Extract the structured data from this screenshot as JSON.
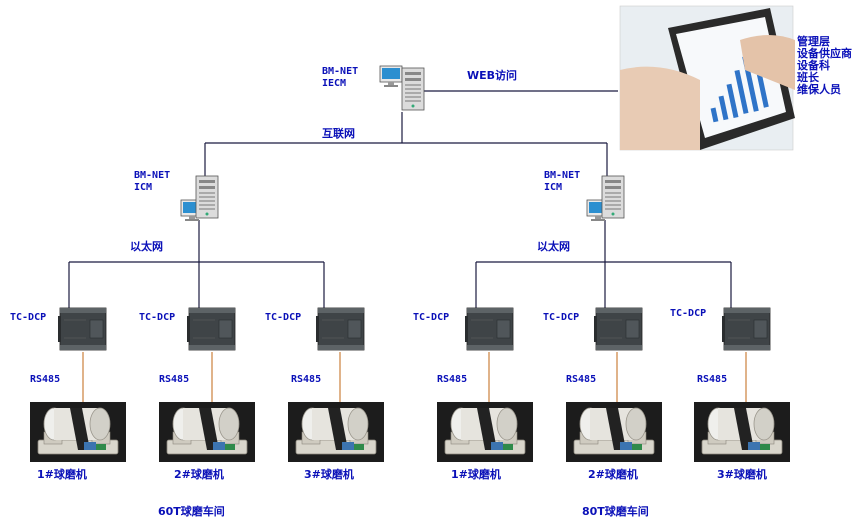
{
  "top_server": {
    "label_line1": "BM-NET",
    "label_line2": "IECM"
  },
  "web_access": "WEB访问",
  "internet": "互联网",
  "audience": [
    "管理层",
    "设备供应商",
    "设备科",
    "班长",
    "维保人员"
  ],
  "workshops": [
    {
      "server_line1": "BM-NET",
      "server_line2": "ICM",
      "ethernet": "以太网",
      "name": "60T球磨车间",
      "units": [
        {
          "dcp": "TC-DCP",
          "bus": "RS485",
          "mill": "1#球磨机"
        },
        {
          "dcp": "TC-DCP",
          "bus": "RS485",
          "mill": "2#球磨机"
        },
        {
          "dcp": "TC-DCP",
          "bus": "RS485",
          "mill": "3#球磨机"
        }
      ]
    },
    {
      "server_line1": "BM-NET",
      "server_line2": "ICM",
      "ethernet": "以太网",
      "name": "80T球磨车间",
      "units": [
        {
          "dcp": "TC-DCP",
          "bus": "RS485",
          "mill": "1#球磨机"
        },
        {
          "dcp": "TC-DCP",
          "bus": "RS485",
          "mill": "2#球磨机"
        },
        {
          "dcp": "TC-DCP",
          "bus": "RS485",
          "mill": "3#球磨机"
        }
      ]
    }
  ]
}
